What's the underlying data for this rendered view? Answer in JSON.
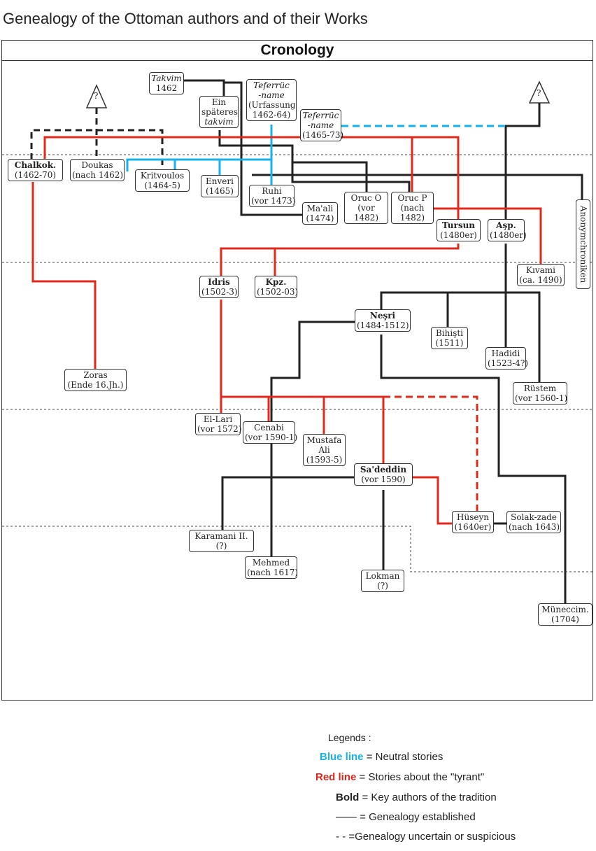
{
  "title": "Genealogy of the Ottoman authors and of their Works",
  "header": "Cronology",
  "unknown_marker": "?",
  "colors": {
    "blue": "#1ab0e8",
    "red": "#e0281c",
    "black": "#222222"
  },
  "nodes": {
    "takvim": {
      "lines": [
        "Takvim",
        "1462"
      ]
    },
    "spaeteres": {
      "lines": [
        "Ein",
        "späteres",
        "takvim"
      ]
    },
    "teferruc1": {
      "lines": [
        "Teferrüc",
        "-name",
        "(Urfassung",
        "1462-64)"
      ]
    },
    "teferruc2": {
      "lines": [
        "Teferrüc",
        "-name",
        "(1465-73)"
      ]
    },
    "chalkok": {
      "lines": [
        "Chalkok.",
        "(1462-70)"
      ]
    },
    "doukas": {
      "lines": [
        "Doukas",
        "(nach 1462)"
      ]
    },
    "kritvoulos": {
      "lines": [
        "Kritvoulos",
        "(1464-5)"
      ]
    },
    "enveri": {
      "lines": [
        "Enveri",
        "(1465)"
      ]
    },
    "ruhi": {
      "lines": [
        "Ruhi",
        "(vor 1473)"
      ]
    },
    "maali": {
      "lines": [
        "Ma'ali",
        "(1474)"
      ]
    },
    "oruc_o": {
      "lines": [
        "Oruc O",
        "(vor",
        "1482)"
      ]
    },
    "oruc_p": {
      "lines": [
        "Oruc P",
        "(nach",
        "1482)"
      ]
    },
    "tursun": {
      "lines": [
        "Tursun",
        "(1480er)"
      ]
    },
    "asp": {
      "lines": [
        "Aşp.",
        "(1480er)"
      ]
    },
    "kivami": {
      "lines": [
        "Kıvami",
        "(ca. 1490)"
      ]
    },
    "anonym": {
      "lines": [
        "Anonymchroniken"
      ]
    },
    "idris": {
      "lines": [
        "Idris",
        "(1502-3)"
      ]
    },
    "kpz": {
      "lines": [
        "Kpz.",
        "(1502-03)"
      ]
    },
    "nesri": {
      "lines": [
        "Neşri",
        "(1484-1512)"
      ]
    },
    "bihisti": {
      "lines": [
        "Bihişti",
        "(1511)"
      ]
    },
    "hadidi": {
      "lines": [
        "Hadidi",
        "(1523-4?)"
      ]
    },
    "rustem": {
      "lines": [
        "Rüstem",
        "(vor 1560-1)"
      ]
    },
    "zoras": {
      "lines": [
        "Zoras",
        "(Ende 16.Jh.)"
      ]
    },
    "ellari": {
      "lines": [
        "El-Lari",
        "(vor 1572)"
      ]
    },
    "cenabi": {
      "lines": [
        "Cenabi",
        "(vor 1590-1)"
      ]
    },
    "mustafa": {
      "lines": [
        "Mustafa",
        "Ali",
        "(1593-5)"
      ]
    },
    "saddeddin": {
      "lines": [
        "Sa'deddin",
        "(vor 1590)"
      ]
    },
    "huseyn": {
      "lines": [
        "Hüseyn",
        "(1640er)"
      ]
    },
    "solakzade": {
      "lines": [
        "Solak-zade",
        "(nach 1643)"
      ]
    },
    "karamani": {
      "lines": [
        "Karamani II.",
        "(?)"
      ]
    },
    "mehmed": {
      "lines": [
        "Mehmed",
        "(nach 1617)"
      ]
    },
    "lokman": {
      "lines": [
        "Lokman",
        "(?)"
      ]
    },
    "muneccim": {
      "lines": [
        "Müneccim.",
        "(1704)"
      ]
    }
  },
  "legend": {
    "heading": "Legends :",
    "blue_key": "Blue line",
    "blue_desc": "= Neutral stories",
    "red_key": "Red line",
    "red_desc": "= Stories about the \"tyrant\"",
    "bold_key": "Bold",
    "bold_desc": "= Key authors of the tradition",
    "solid_key": "—— ",
    "solid_desc": "= Genealogy established",
    "dash_key": "- - ",
    "dash_desc": "=Genealogy uncertain or suspicious"
  }
}
